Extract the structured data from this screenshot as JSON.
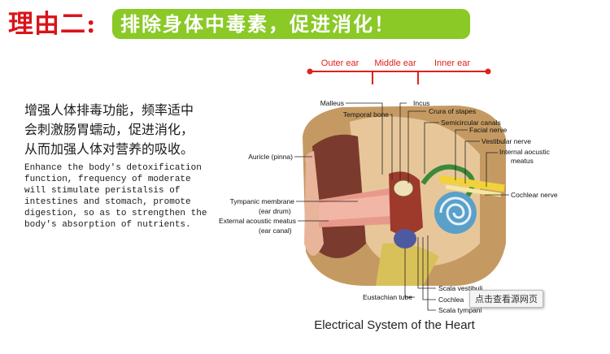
{
  "heading": {
    "label": "理由二:",
    "banner": "排除身体中毒素，促进消化！"
  },
  "description_zh": [
    "增强人体排毒功能，频率适中",
    "会刺激肠胃蠕动，促进消化，",
    "从而加强人体对营养的吸收。"
  ],
  "description_en": [
    "Enhance the body's detoxification",
    "function, frequency of moderate",
    "will stimulate peristalsis of",
    "intestines and stomach, promote",
    "digestion, so as to strengthen the",
    "body's absorption of nutrients."
  ],
  "diagram": {
    "sections": [
      "Outer ear",
      "Middle ear",
      "Inner ear"
    ],
    "labels": {
      "malleus": "Malleus",
      "temporal_bone": "Temporal bone",
      "incus": "Incus",
      "crura": "Crura of stapes",
      "semicircular": "Semicircular canals",
      "facial_nerve": "Facial nerve",
      "vestibular_nerve": "Vestibular nerve",
      "internal_meatus_1": "Internal aocustic",
      "internal_meatus_2": "meatus",
      "auricle": "Auricle  (pinna)",
      "cochlear_nerve": "Cochlear nerve",
      "tympanic_1": "Tympanic membrane",
      "tympanic_2": "(ear drum)",
      "external_1": "External acoustic meatus",
      "external_2": "(ear canal)",
      "scala_vestibuli": "Scala vestibuli",
      "cochlea": "Cochlea",
      "eustachian": "Eustachian tube",
      "scala_tympani": "Scala tympani"
    },
    "caption": "Electrical System of the Heart"
  },
  "tooltip": "点击查看源网页",
  "colors": {
    "heading_red": "#d9141a",
    "banner_green": "#8ac926",
    "section_red": "#e0201b"
  }
}
